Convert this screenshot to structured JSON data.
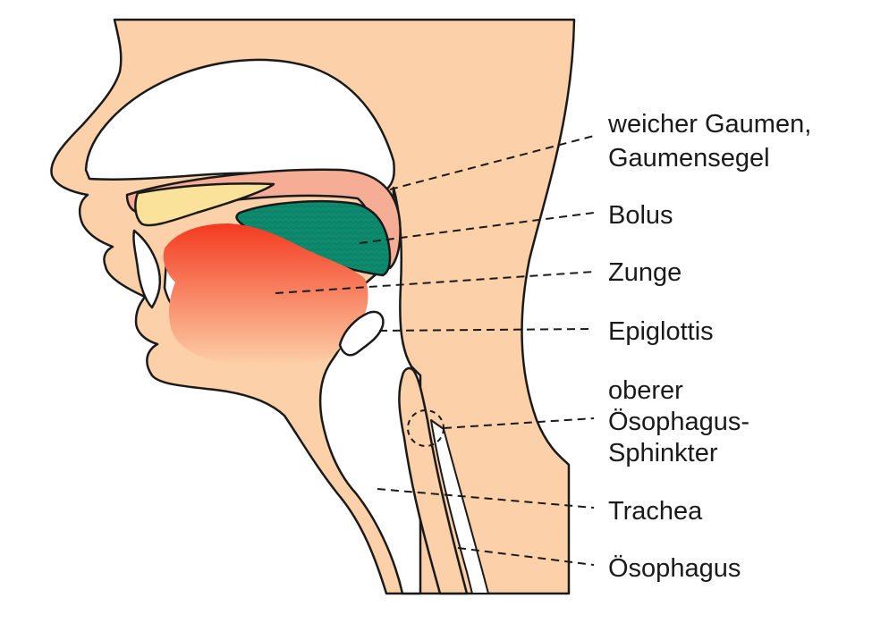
{
  "labels": {
    "soft_palate_line1": "weicher Gaumen,",
    "soft_palate_line2": "Gaumensegel",
    "bolus": "Bolus",
    "tongue": "Zunge",
    "epiglottis": "Epiglottis",
    "sphincter_line1": "oberer",
    "sphincter_line2": "Ösophagus-",
    "sphincter_line3": "Sphinkter",
    "trachea": "Trachea",
    "esophagus": "Ösophagus"
  },
  "colors": {
    "skin": "#fcd0a8",
    "soft_palate": "#f6ad96",
    "hard_palate_bone": "#fbe29b",
    "bolus": "#0e8b6e",
    "tongue_dark": "#f43a20",
    "tongue_light": "#fcd0a8",
    "outline": "#1a1a1a",
    "cavity": "#ffffff"
  }
}
